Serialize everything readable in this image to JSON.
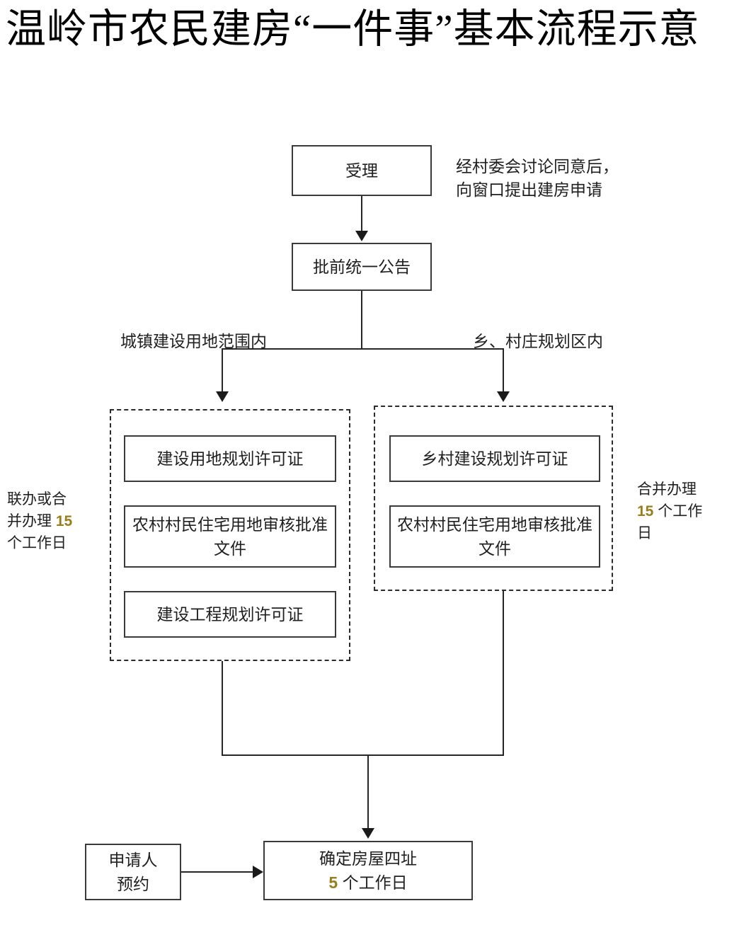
{
  "title": "温岭市农民建房“一件事”基本流程示意",
  "nodes": {
    "accept": "受理",
    "notice": "批前统一公告",
    "confirm_line1": "确定房屋四址",
    "confirm_days_num": "5",
    "confirm_days_suffix": " 个工作日",
    "applicant_line1": "申请人",
    "applicant_line2": "预约"
  },
  "annotations": {
    "accept_note": "经村委会讨论同意后，\n向窗口提出建房申请",
    "branch_left": "城镇建设用地范围内",
    "branch_right": "乡、村庄规划区内",
    "left_side_pre": "联办或合\n并办理 ",
    "left_side_num": "15",
    "left_side_post": "\n个工作日",
    "right_side_pre": "合并办理\n",
    "right_side_num": "15",
    "right_side_post": " 个工作\n日"
  },
  "groups": {
    "left": {
      "items": [
        "建设用地规划许可证",
        "农村村民住宅用地审核批准文件",
        "建设工程规划许可证"
      ]
    },
    "right": {
      "items": [
        "乡村建设规划许可证",
        "农村村民住宅用地审核批准文件"
      ]
    }
  },
  "colors": {
    "stroke": "#262626",
    "box_border": "#3a3a3a",
    "highlight_number": "#9a7d1a",
    "background": "#ffffff"
  }
}
